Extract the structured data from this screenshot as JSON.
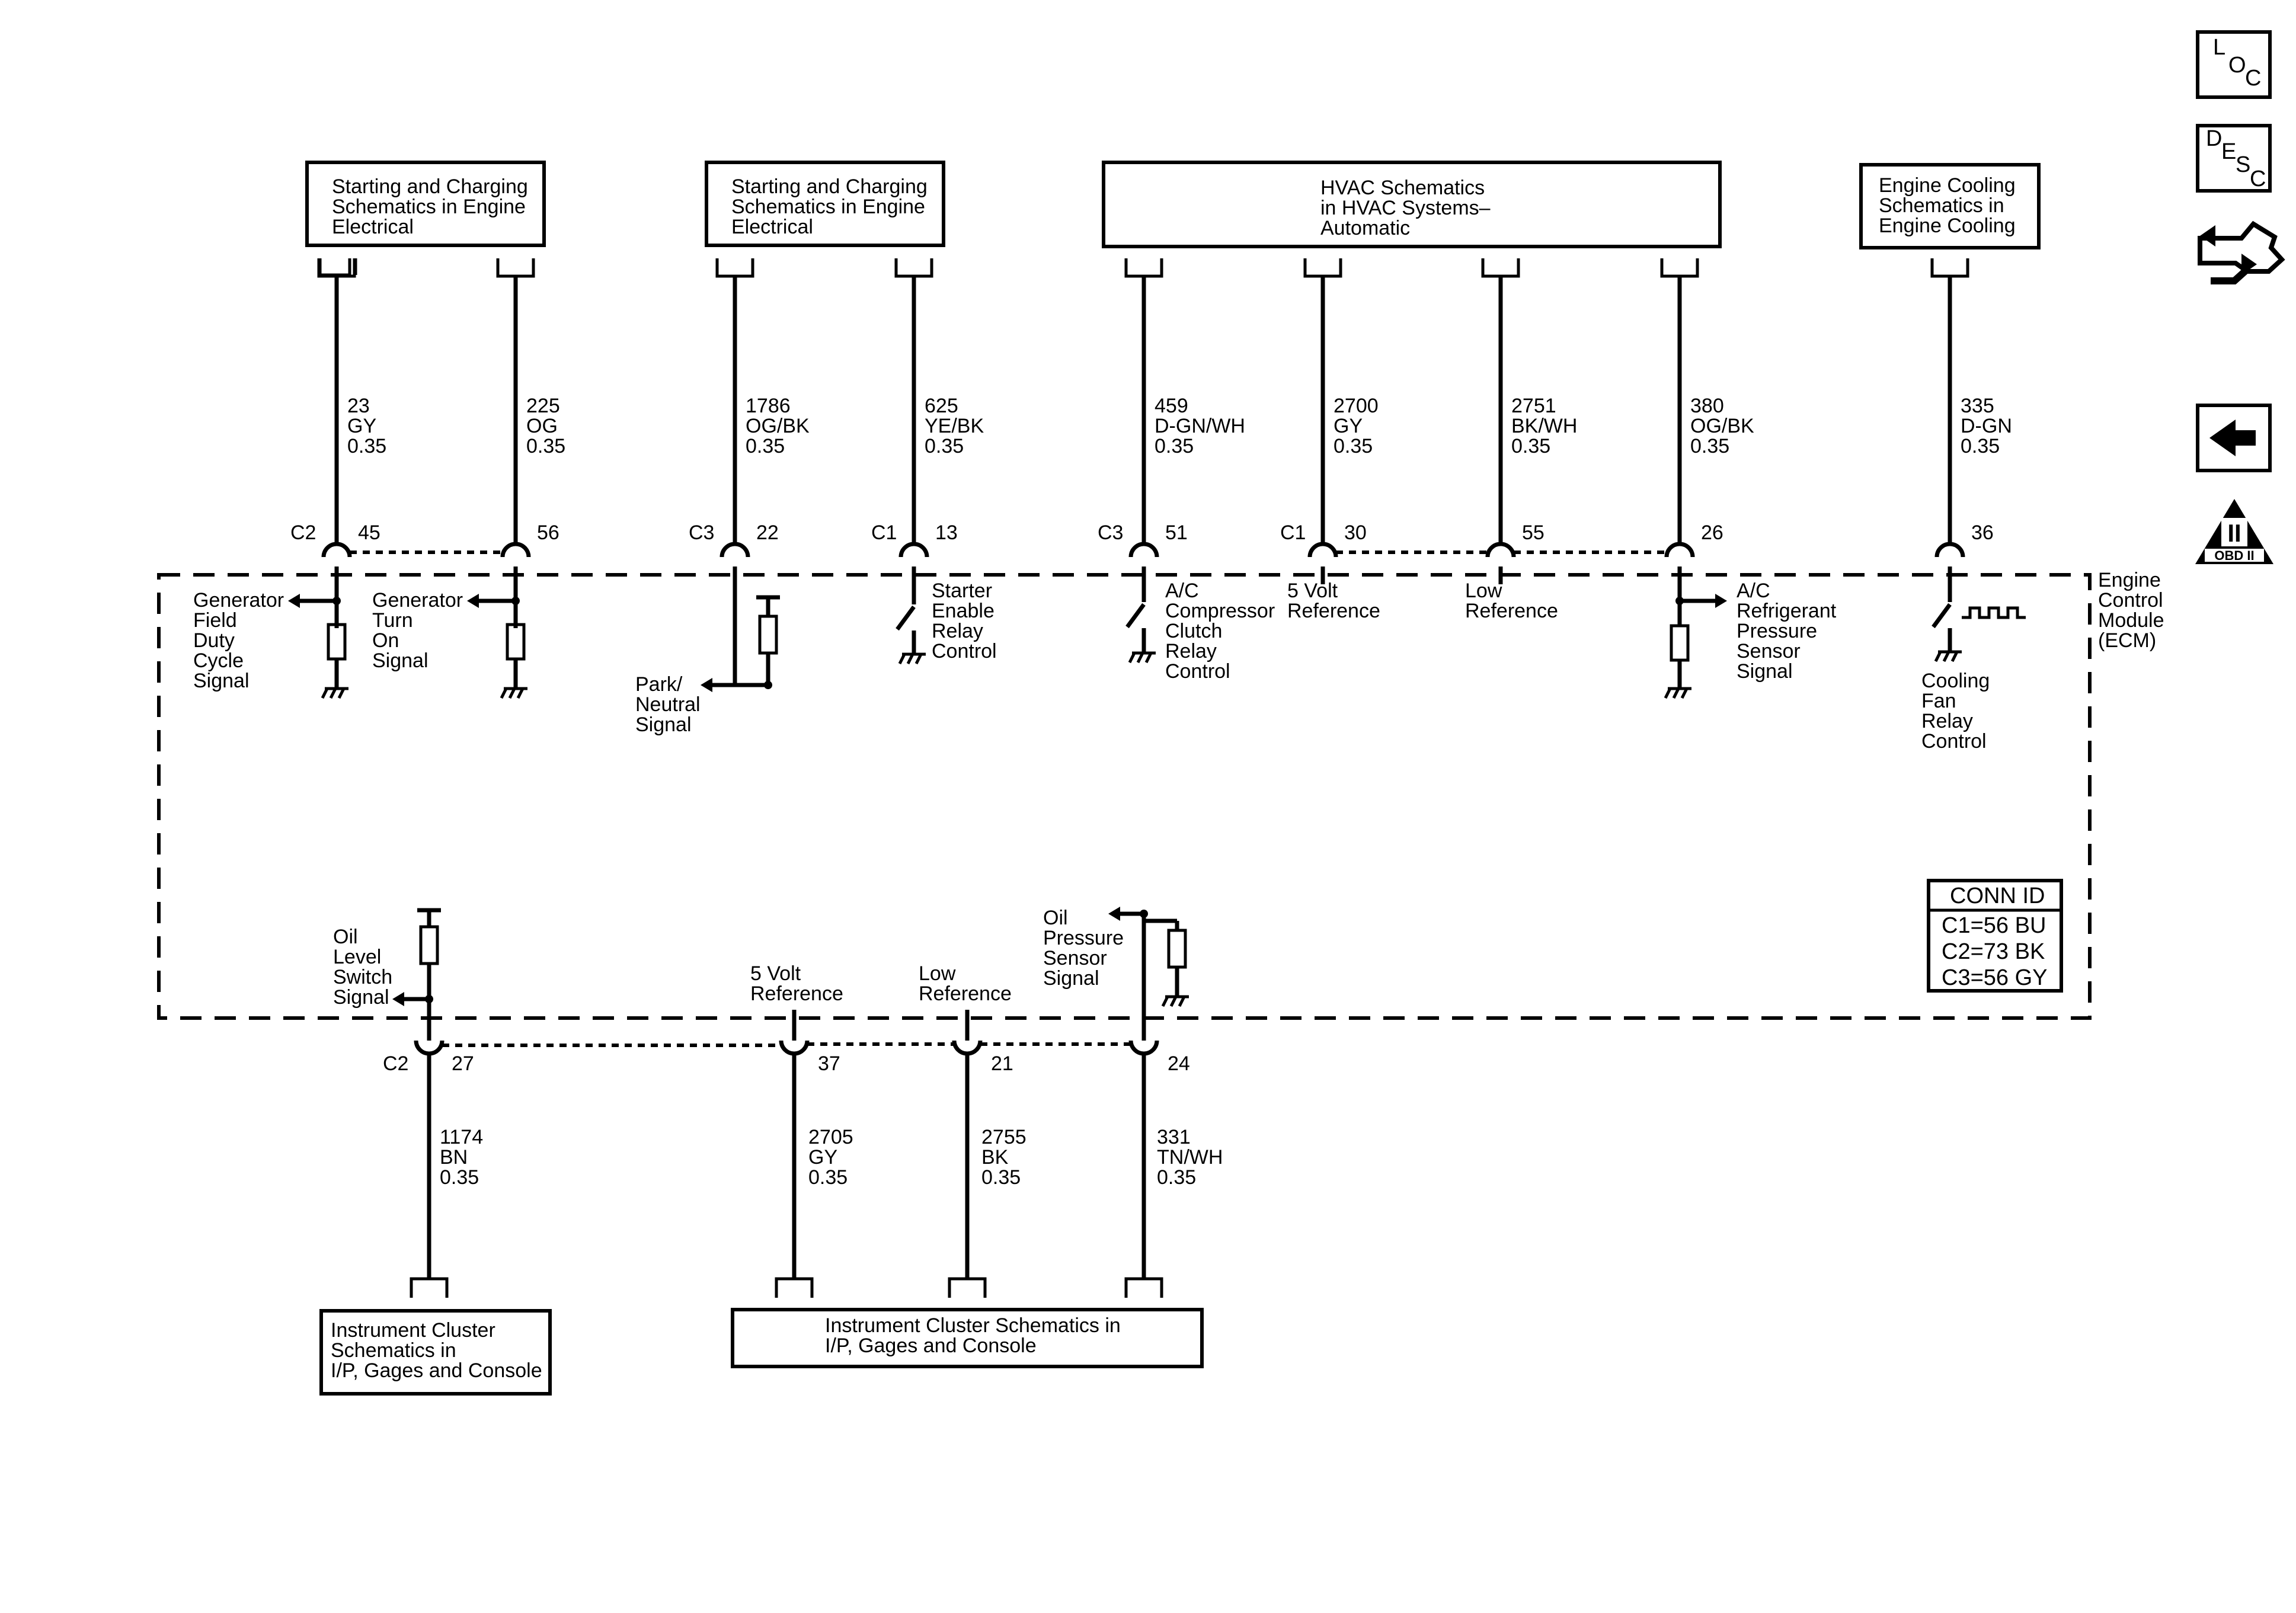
{
  "modules": {
    "ecm": [
      "Engine",
      "Control",
      "Module",
      "(ECM)"
    ]
  },
  "boxes": {
    "sc1": [
      "Starting and Charging",
      "Schematics in Engine",
      "Electrical"
    ],
    "sc2": [
      "Starting and Charging",
      "Schematics in Engine",
      "Electrical"
    ],
    "hvac": [
      "HVAC Schematics",
      "in HVAC Systems–",
      "Automatic"
    ],
    "cool": [
      "Engine Cooling",
      "Schematics in",
      "Engine Cooling"
    ],
    "ic1": [
      "Instrument Cluster",
      "Schematics in",
      "I/P, Gages and Console"
    ],
    "ic2": [
      "Instrument Cluster Schematics in",
      "I/P, Gages and Console"
    ]
  },
  "wires": {
    "w23": [
      "23",
      "GY",
      "0.35"
    ],
    "w225": [
      "225",
      "OG",
      "0.35"
    ],
    "w1786": [
      "1786",
      "OG/BK",
      "0.35"
    ],
    "w625": [
      "625",
      "YE/BK",
      "0.35"
    ],
    "w459": [
      "459",
      "D-GN/WH",
      "0.35"
    ],
    "w2700": [
      "2700",
      "GY",
      "0.35"
    ],
    "w2751": [
      "2751",
      "BK/WH",
      "0.35"
    ],
    "w380": [
      "380",
      "OG/BK",
      "0.35"
    ],
    "w335": [
      "335",
      "D-GN",
      "0.35"
    ],
    "w1174": [
      "1174",
      "BN",
      "0.35"
    ],
    "w2705": [
      "2705",
      "GY",
      "0.35"
    ],
    "w2755": [
      "2755",
      "BK",
      "0.35"
    ],
    "w331": [
      "331",
      "TN/WH",
      "0.35"
    ]
  },
  "connectors": {
    "top": [
      {
        "conn": "C2",
        "pin": "45"
      },
      {
        "conn": "",
        "pin": "56"
      },
      {
        "conn": "C3",
        "pin": "22"
      },
      {
        "conn": "C1",
        "pin": "13"
      },
      {
        "conn": "C3",
        "pin": "51"
      },
      {
        "conn": "C1",
        "pin": "30"
      },
      {
        "conn": "",
        "pin": "55"
      },
      {
        "conn": "",
        "pin": "26"
      },
      {
        "conn": "",
        "pin": "36"
      }
    ],
    "bottom": [
      {
        "conn": "C2",
        "pin": "27"
      },
      {
        "conn": "",
        "pin": "37"
      },
      {
        "conn": "",
        "pin": "21"
      },
      {
        "conn": "",
        "pin": "24"
      }
    ]
  },
  "signals": {
    "gen_field": [
      "Generator",
      "Field",
      "Duty",
      "Cycle",
      "Signal"
    ],
    "gen_turn": [
      "Generator",
      "Turn",
      "On",
      "Signal"
    ],
    "park": [
      "Park/",
      "Neutral",
      "Signal"
    ],
    "starter": [
      "Starter",
      "Enable",
      "Relay",
      "Control"
    ],
    "ac_comp": [
      "A/C",
      "Compressor",
      "Clutch",
      "Relay",
      "Control"
    ],
    "five_ref_top": [
      "5 Volt",
      "Reference"
    ],
    "low_ref_top": [
      "Low",
      "Reference"
    ],
    "ac_press": [
      "A/C",
      "Refrigerant",
      "Pressure",
      "Sensor",
      "Signal"
    ],
    "cooling_fan": [
      "Cooling",
      "Fan",
      "Relay",
      "Control"
    ],
    "oil_level": [
      "Oil",
      "Level",
      "Switch",
      "Signal"
    ],
    "five_ref_bot": [
      "5 Volt",
      "Reference"
    ],
    "low_ref_bot": [
      "Low",
      "Reference"
    ],
    "oil_press": [
      "Oil",
      "Pressure",
      "Sensor",
      "Signal"
    ]
  },
  "conn_id": {
    "title": "CONN ID",
    "rows": [
      "C1=56 BU",
      "C2=73 BK",
      "C3=56 GY"
    ]
  },
  "nav_icons": {
    "loc": [
      "L",
      "O",
      "C"
    ],
    "desc": [
      "D",
      "E",
      "S",
      "C"
    ],
    "obd": [
      "II",
      "OBD II"
    ]
  }
}
